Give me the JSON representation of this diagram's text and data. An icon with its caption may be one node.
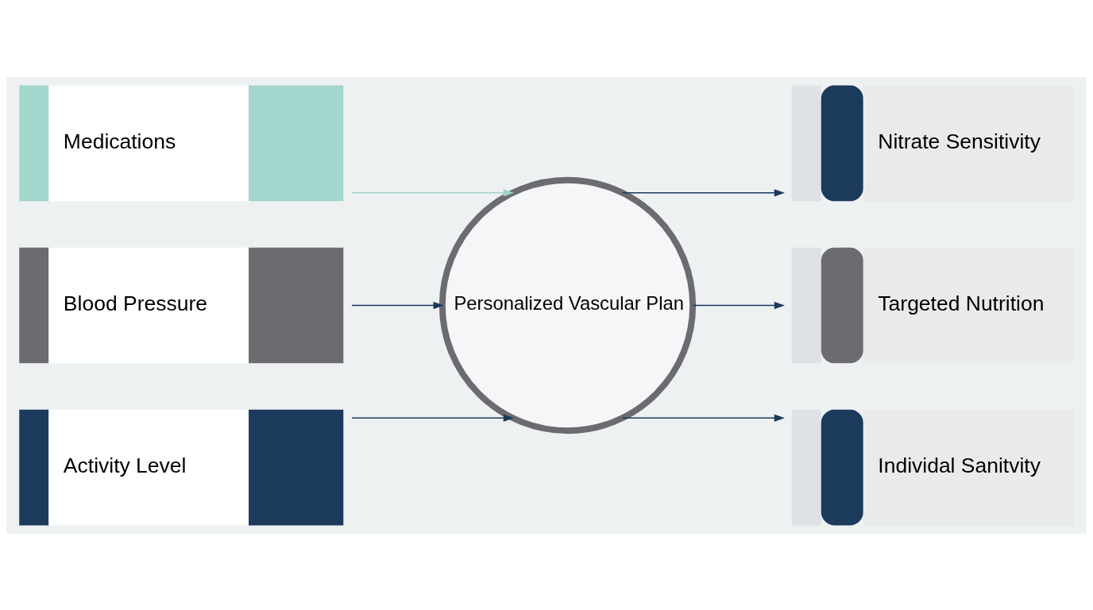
{
  "diagram": {
    "nodes": [
      {
        "text": [
          "Medications"
        ]
      },
      {
        "text": [
          "Blood Pressure"
        ]
      },
      {
        "text": [
          "Activity Level"
        ]
      },
      {
        "text": [
          "Personalized Vascular Plan"
        ]
      },
      {
        "text": [
          "Nitrate Sensitivity"
        ]
      },
      {
        "text": [
          "Targeted Nutrition"
        ]
      },
      {
        "text": [
          "Individal Sanitvity"
        ]
      }
    ],
    "edges": [
      {
        "from": 0,
        "to": 3,
        "arrow": "to",
        "color": "#9fd3c7"
      },
      {
        "from": 1,
        "to": 3,
        "arrow": "to"
      },
      {
        "from": 2,
        "to": 3,
        "arrow": "to"
      },
      {
        "from": 3,
        "to": 4,
        "arrow": "to"
      },
      {
        "from": 3,
        "to": 5,
        "arrow": "to"
      },
      {
        "from": 3,
        "to": 6,
        "arrow": "to"
      }
    ]
  }
}
